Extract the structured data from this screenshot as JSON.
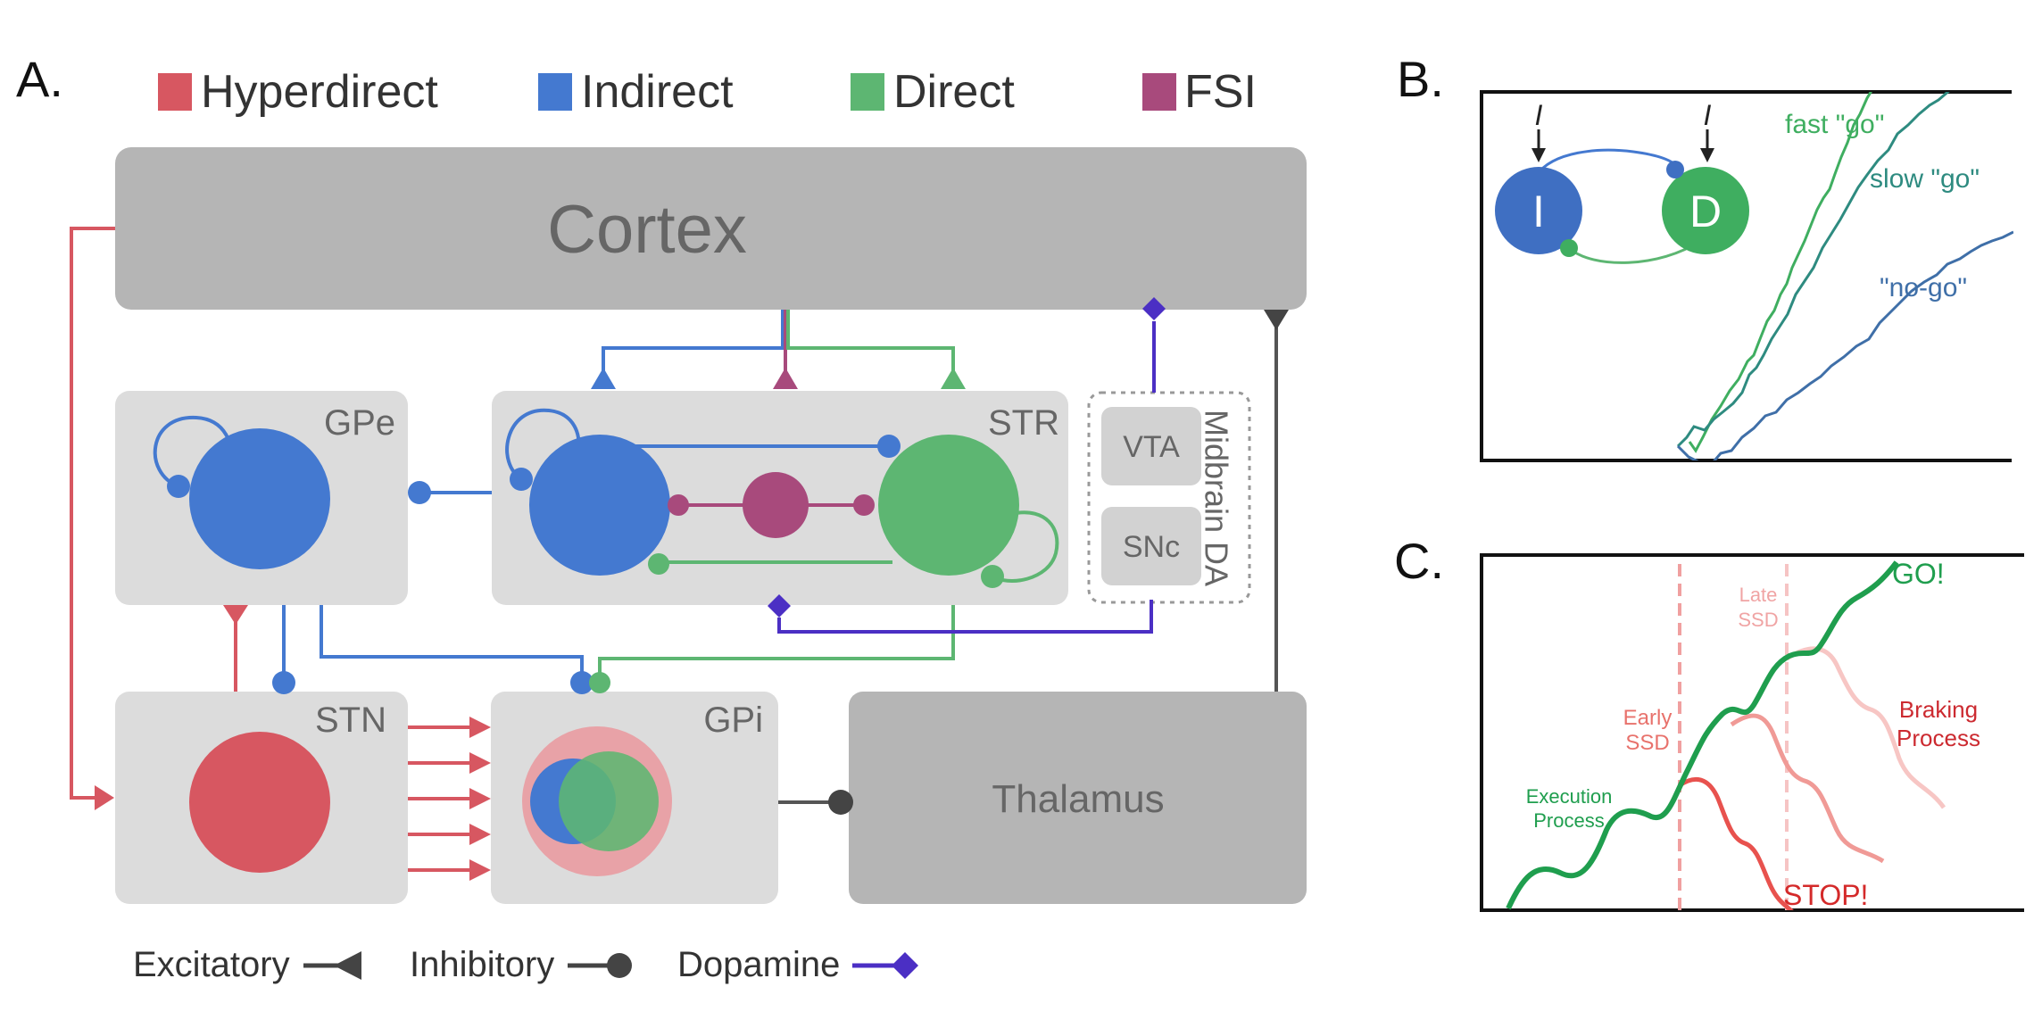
{
  "panels": {
    "a": {
      "letter": "A."
    },
    "b": {
      "letter": "B."
    },
    "c": {
      "letter": "C."
    }
  },
  "legend_pathways": [
    {
      "label": "Hyperdirect",
      "color": "#d75761"
    },
    {
      "label": "Indirect",
      "color": "#4479d0"
    },
    {
      "label": "Direct",
      "color": "#5db672"
    },
    {
      "label": "FSI",
      "color": "#a84a7c"
    }
  ],
  "regions": {
    "cortex": "Cortex",
    "gpe": "GPe",
    "str": "STR",
    "vta": "VTA",
    "snc": "SNc",
    "midbrain": "Midbrain DA",
    "stn": "STN",
    "gpi": "GPi",
    "thalamus": "Thalamus"
  },
  "legend_synapses": {
    "excitatory": "Excitatory",
    "inhibitory": "Inhibitory",
    "dopamine": "Dopamine"
  },
  "panel_b": {
    "input_label": "I",
    "node_i": "I",
    "node_d": "D",
    "trace_fast": "fast \"go\"",
    "trace_slow": "slow \"go\"",
    "trace_nogo": "\"no-go\""
  },
  "panel_c": {
    "go": "GO!",
    "stop": "STOP!",
    "late_ssd": [
      "Late",
      "SSD"
    ],
    "early_ssd": [
      "Early",
      "SSD"
    ],
    "braking": [
      "Braking",
      "Process"
    ],
    "execution": [
      "Execution",
      "Process"
    ]
  },
  "colors": {
    "hyperdirect": "#d75761",
    "indirect": "#4479d0",
    "direct": "#5db672",
    "fsi": "#a84a7c",
    "dopamine": "#4b2fc4",
    "gray_box": "#b5b5b5",
    "light_box": "#dcdcdc"
  }
}
